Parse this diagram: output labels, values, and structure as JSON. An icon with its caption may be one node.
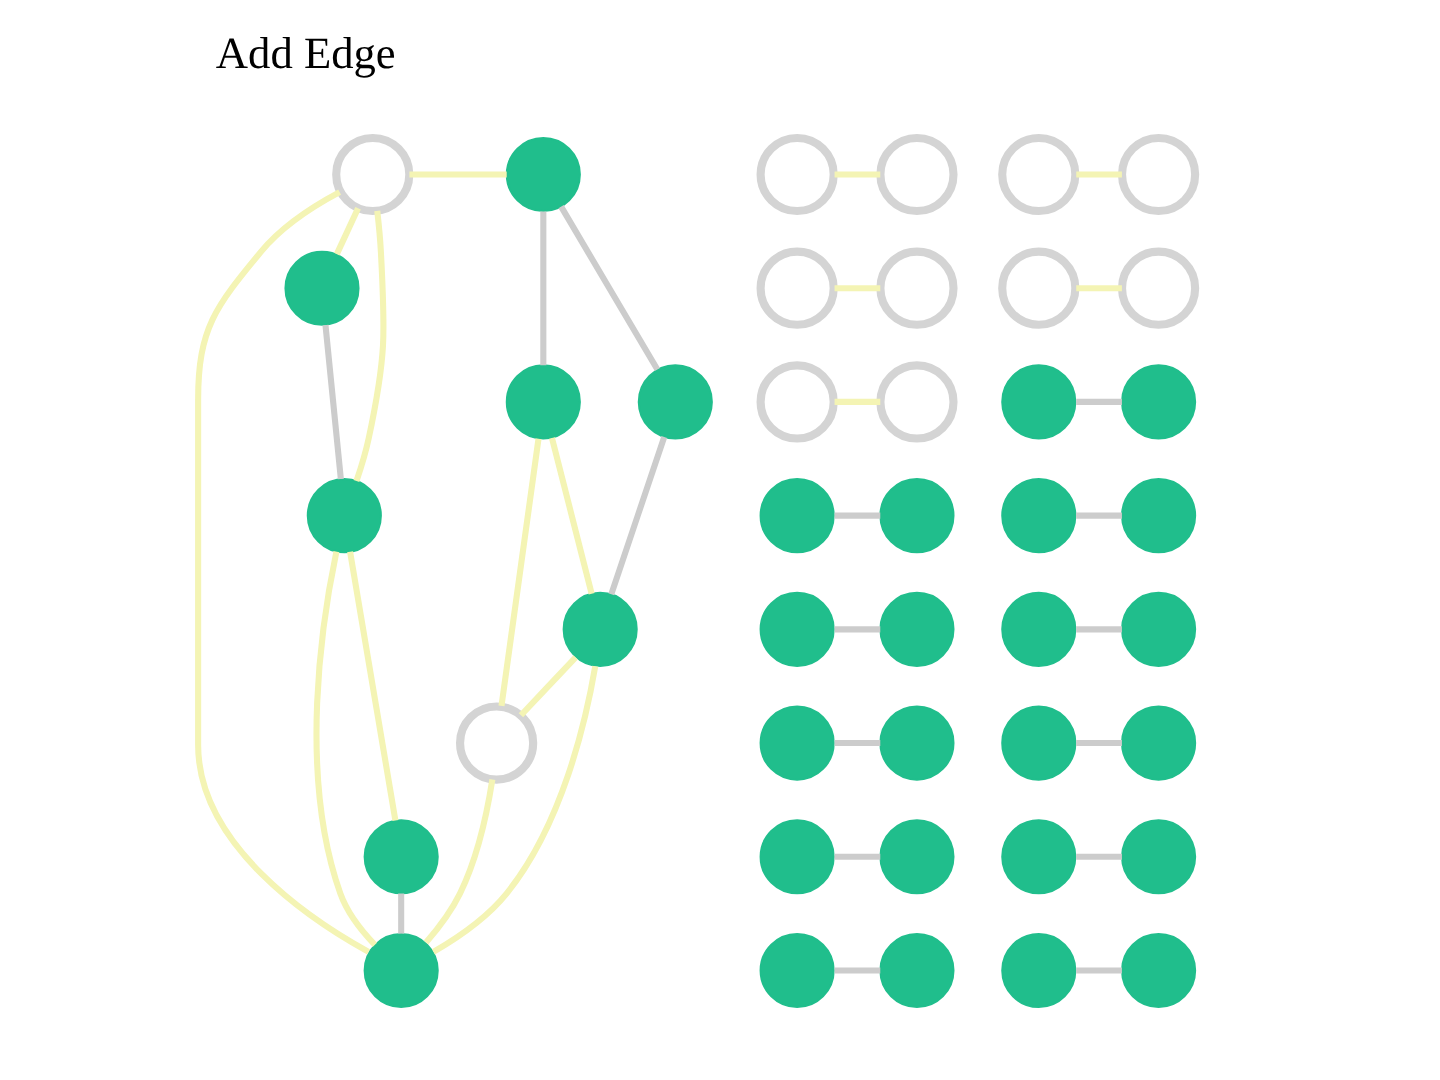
{
  "diagram": {
    "title": "Add Edge",
    "nodes": [
      {
        "text": [],
        "shape": "circle"
      },
      {
        "text": [],
        "shape": "circle"
      },
      {
        "text": [],
        "shape": "circle"
      },
      {
        "text": [],
        "shape": "circle"
      },
      {
        "text": [],
        "shape": "circle"
      },
      {
        "text": [],
        "shape": "circle"
      },
      {
        "text": [],
        "shape": "circle"
      },
      {
        "text": [],
        "shape": "circle"
      },
      {
        "text": [],
        "shape": "circle"
      },
      {
        "text": [],
        "shape": "circle"
      },
      {
        "text": [],
        "shape": "circle"
      },
      {
        "text": [],
        "shape": "circle"
      },
      {
        "text": [],
        "shape": "circle"
      },
      {
        "text": [],
        "shape": "circle"
      },
      {
        "text": [],
        "shape": "circle"
      },
      {
        "text": [],
        "shape": "circle"
      },
      {
        "text": [],
        "shape": "circle"
      },
      {
        "text": [],
        "shape": "circle"
      },
      {
        "text": [],
        "shape": "circle"
      },
      {
        "text": [],
        "shape": "circle"
      },
      {
        "text": [],
        "shape": "circle"
      },
      {
        "text": [],
        "shape": "circle"
      },
      {
        "text": [],
        "shape": "circle"
      },
      {
        "text": [],
        "shape": "circle"
      },
      {
        "text": [],
        "shape": "circle"
      },
      {
        "text": [],
        "shape": "circle"
      },
      {
        "text": [],
        "shape": "circle"
      },
      {
        "text": [],
        "shape": "circle"
      },
      {
        "text": [],
        "shape": "circle"
      },
      {
        "text": [],
        "shape": "circle"
      },
      {
        "text": [],
        "shape": "circle"
      },
      {
        "text": [],
        "shape": "circle"
      },
      {
        "text": [],
        "shape": "circle"
      },
      {
        "text": [],
        "shape": "circle"
      },
      {
        "text": [],
        "shape": "circle"
      },
      {
        "text": [],
        "shape": "circle"
      },
      {
        "text": [],
        "shape": "circle"
      },
      {
        "text": [],
        "shape": "circle"
      },
      {
        "text": [],
        "shape": "circle"
      },
      {
        "text": [],
        "shape": "circle"
      },
      {
        "text": [],
        "shape": "circle"
      },
      {
        "text": [],
        "shape": "circle"
      }
    ],
    "edges": [
      {
        "from": 0,
        "to": 1,
        "arrow": "none",
        "color": "#f4f4b4"
      },
      {
        "from": 0,
        "to": 2,
        "arrow": "none",
        "color": "#f4f4b4"
      },
      {
        "from": 0,
        "to": 5,
        "arrow": "none",
        "color": "#f4f4b4"
      },
      {
        "from": 0,
        "to": 9,
        "arrow": "none",
        "color": "#f4f4b4"
      },
      {
        "from": 1,
        "to": 3,
        "arrow": "none"
      },
      {
        "from": 1,
        "to": 4,
        "arrow": "none"
      },
      {
        "from": 2,
        "to": 5,
        "arrow": "none"
      },
      {
        "from": 3,
        "to": 6,
        "arrow": "none"
      },
      {
        "from": 4,
        "to": 6,
        "arrow": "none",
        "color": "#f4f4b4"
      },
      {
        "from": 4,
        "to": 7,
        "arrow": "none",
        "color": "#f4f4b4"
      },
      {
        "from": 6,
        "to": 7,
        "arrow": "none",
        "color": "#f4f4b4"
      },
      {
        "from": 6,
        "to": 9,
        "arrow": "none",
        "color": "#f4f4b4"
      },
      {
        "from": 5,
        "to": 8,
        "arrow": "none",
        "color": "#f4f4b4"
      },
      {
        "from": 5,
        "to": 9,
        "arrow": "none",
        "color": "#f4f4b4"
      },
      {
        "from": 8,
        "to": 9,
        "arrow": "none"
      },
      {
        "from": 7,
        "to": 9,
        "arrow": "none",
        "color": "#f4f4b4"
      },
      {
        "from": 10,
        "to": 11,
        "arrow": "none",
        "color": "#f4f4b4"
      },
      {
        "from": 12,
        "to": 13,
        "arrow": "none",
        "color": "#f4f4b4"
      },
      {
        "from": 14,
        "to": 15,
        "arrow": "none",
        "color": "#f4f4b4"
      },
      {
        "from": 16,
        "to": 17,
        "arrow": "none",
        "color": "#f4f4b4"
      },
      {
        "from": 18,
        "to": 19,
        "arrow": "none",
        "color": "#f4f4b4"
      },
      {
        "from": 20,
        "to": 21,
        "arrow": "none"
      },
      {
        "from": 22,
        "to": 23,
        "arrow": "none"
      },
      {
        "from": 24,
        "to": 25,
        "arrow": "none"
      },
      {
        "from": 26,
        "to": 27,
        "arrow": "none"
      },
      {
        "from": 28,
        "to": 29,
        "arrow": "none"
      },
      {
        "from": 30,
        "to": 31,
        "arrow": "none"
      },
      {
        "from": 32,
        "to": 33,
        "arrow": "none"
      },
      {
        "from": 34,
        "to": 35,
        "arrow": "none"
      },
      {
        "from": 36,
        "to": 37,
        "arrow": "none"
      },
      {
        "from": 38,
        "to": 39,
        "arrow": "none"
      },
      {
        "from": 40,
        "to": 41,
        "arrow": "none"
      }
    ]
  }
}
